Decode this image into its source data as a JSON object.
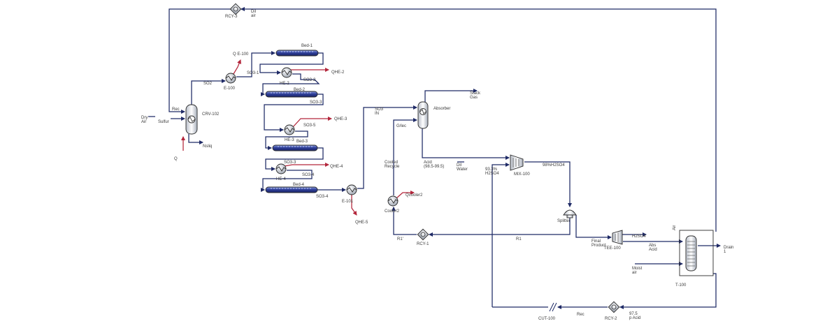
{
  "labels": {
    "rcy3": "RCY-3",
    "dil_air": [
      "Dil",
      "air"
    ],
    "q_e100": "Q E-100",
    "bed1": "Bed-1",
    "so3_1": "SO3-1",
    "so2": "SO2",
    "e100": "E-100",
    "he2": "HE-2",
    "qhe2": "QHE-2",
    "so3_2": "SO3-2",
    "bed2": "Bed-2",
    "so3_3a": "SO3-3",
    "rec_top": "Rec",
    "crv102": "CRV-102",
    "dry_air": [
      "Dry",
      "Air"
    ],
    "sulfur": "Sulfur",
    "nsliq": "Nsliq",
    "q": "Q",
    "he3": "HE-3",
    "qhe3": "QHE-3",
    "so3_5": "SO3-5",
    "bed3": "Bed-3",
    "so3_3b": "SO3-3",
    "qhe4": "QHE-4",
    "he4": "HE-4",
    "so3_4a": "SO3-4",
    "bed4": "Bed-4",
    "so3_4b": "SO3-4",
    "e101": "E-101",
    "qhe5": "QHE-5",
    "so3_in": [
      "SO3",
      "IN"
    ],
    "absorber": "Absorber",
    "stack_gas": [
      "Stack",
      "Gas"
    ],
    "glec": "G/lec",
    "cooled_recycle": [
      "Cooled",
      "Recycle"
    ],
    "acid": [
      "Acid",
      "(98.5-99.5)"
    ],
    "dil_water": [
      "Dil",
      "Water"
    ],
    "h2so4_933": [
      "93.3%",
      "H2SO4"
    ],
    "mix100": "MIX-100",
    "h2so4_98": "98%H2SO4",
    "cooler2": "Cooler2",
    "qcooler2": "Qcooler2",
    "r1_prime": "R1'",
    "rcy1": "RCY-1",
    "r1": "R1",
    "splitter": "Splitter",
    "final_product": [
      "Final",
      "Product"
    ],
    "tee100": "TEE-100",
    "h2so4": "H2SO4",
    "abs_acid": [
      "Abs",
      "Acid"
    ],
    "moist_air": [
      "Moist",
      "air"
    ],
    "drain": [
      "Drain",
      "1"
    ],
    "t100": "T-100",
    "air_top": "Air",
    "cut100": "CUT-100",
    "rec_bottom": "Rec",
    "rcy2": "RCY-2",
    "acid_975": [
      "97.5",
      "p Acid"
    ]
  },
  "colors": {
    "material_stream": "#1f2a66",
    "energy_stream": "#b3263b",
    "bed_fill": "#2f3f9a"
  }
}
